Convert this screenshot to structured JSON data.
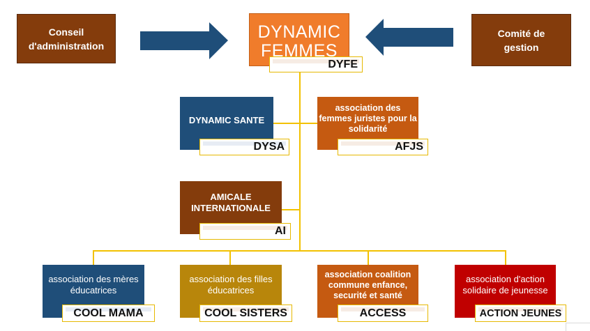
{
  "top_left": {
    "label": "Conseil d'administration",
    "color": "#843c0c"
  },
  "top_right": {
    "label": "Comité de gestion",
    "color": "#843c0c"
  },
  "main": {
    "title_line1": "DYNAMIC",
    "title_line2": "FEMMES",
    "acronym": "DYFE",
    "color": "#f07c2b"
  },
  "arrows": {
    "color": "#1f4e79",
    "left_icon": "arrow-right-icon",
    "right_icon": "arrow-left-icon"
  },
  "branches": {
    "dysa": {
      "label": "DYNAMIC SANTE",
      "acronym": "DYSA",
      "color": "#1f4e79"
    },
    "afjs": {
      "label": "association des femmes juristes pour la solidarité",
      "acronym": "AFJS",
      "color": "#c55a11"
    },
    "ai": {
      "label": "AMICALE INTERNATIONALE",
      "acronym": "AI",
      "color": "#843c0c"
    }
  },
  "bottom": [
    {
      "label": "association des mères éducatrices",
      "acronym": "COOL MAMA",
      "color": "#1f4e79"
    },
    {
      "label": "association des filles éducatrices",
      "acronym": "COOL SISTERS",
      "color": "#b8860b"
    },
    {
      "label": "association coalition commune enfance, securité et santé",
      "acronym": "ACCESS",
      "color": "#c55a11"
    },
    {
      "label": "association d'action solidaire de jeunesse",
      "acronym": "ACTION JEUNES",
      "color": "#c00000"
    }
  ],
  "connector_color": "#f2c100"
}
